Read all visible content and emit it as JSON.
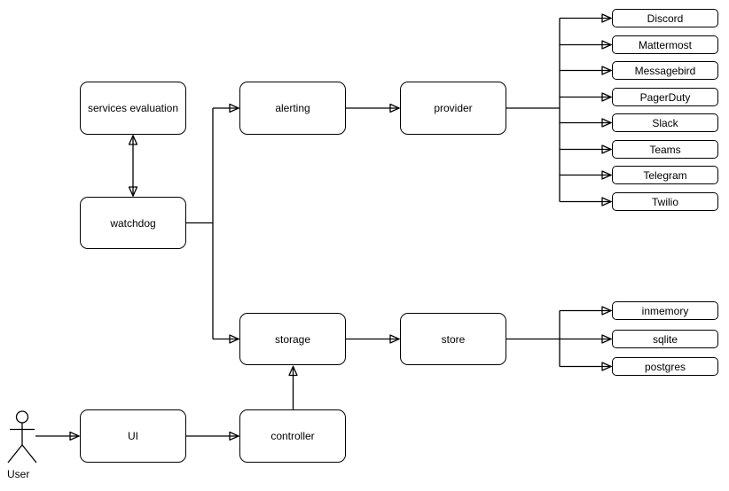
{
  "diagram": {
    "nodes": {
      "services_evaluation": {
        "label": "services evaluation"
      },
      "watchdog": {
        "label": "watchdog"
      },
      "alerting": {
        "label": "alerting"
      },
      "provider": {
        "label": "provider"
      },
      "storage": {
        "label": "storage"
      },
      "store": {
        "label": "store"
      },
      "ui": {
        "label": "UI"
      },
      "controller": {
        "label": "controller"
      }
    },
    "providers": [
      "Discord",
      "Mattermost",
      "Messagebird",
      "PagerDuty",
      "Slack",
      "Teams",
      "Telegram",
      "Twilio"
    ],
    "stores": [
      "inmemory",
      "sqlite",
      "postgres"
    ],
    "actor": {
      "label": "User"
    },
    "edges": [
      {
        "from": "watchdog",
        "to": "services evaluation",
        "direction": "bidirectional"
      },
      {
        "from": "watchdog",
        "to": "alerting",
        "direction": "forward"
      },
      {
        "from": "watchdog",
        "to": "storage",
        "direction": "forward"
      },
      {
        "from": "alerting",
        "to": "provider",
        "direction": "forward"
      },
      {
        "from": "provider",
        "to": [
          "Discord",
          "Mattermost",
          "Messagebird",
          "PagerDuty",
          "Slack",
          "Teams",
          "Telegram",
          "Twilio"
        ],
        "direction": "forward"
      },
      {
        "from": "storage",
        "to": "store",
        "direction": "forward"
      },
      {
        "from": "store",
        "to": [
          "inmemory",
          "sqlite",
          "postgres"
        ],
        "direction": "forward"
      },
      {
        "from": "User",
        "to": "UI",
        "direction": "forward"
      },
      {
        "from": "UI",
        "to": "controller",
        "direction": "forward"
      },
      {
        "from": "controller",
        "to": "storage",
        "direction": "forward"
      }
    ],
    "colors": {
      "line": "#000000",
      "node_fill": "#ffffff",
      "node_border": "#000000",
      "text": "#000000",
      "background": "#ffffff"
    }
  }
}
